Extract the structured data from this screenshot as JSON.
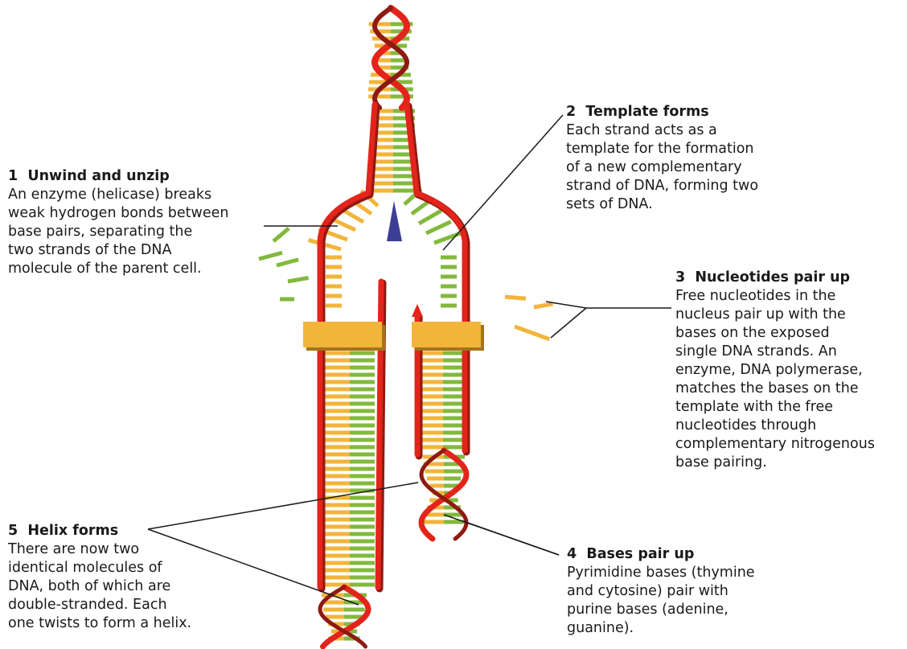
{
  "colors": {
    "backbone": "#e3241b",
    "backbone_shadow": "#8e1a12",
    "base_green": "#82b93c",
    "base_orange": "#f2b53a",
    "helicase": "#3d3f96",
    "polymerase": "#f2b53a",
    "polymerase_shadow": "#a3741c",
    "leader": "#1a1a1a"
  },
  "icons": [
    "helicase-triangle",
    "polymerase-block",
    "arrowhead"
  ],
  "labels": [
    {
      "number": "1",
      "title": "Unwind and unzip",
      "text": "An enzyme (helicase) breaks\nweak hydrogen bonds between\nbase pairs, separating the\ntwo strands of the DNA\nmolecule of the parent cell."
    },
    {
      "number": "2",
      "title": "Template forms",
      "text": "Each strand acts as a\ntemplate for the formation\nof a new complementary\nstrand of DNA, forming two\nsets of DNA."
    },
    {
      "number": "3",
      "title": "Nucleotides pair up",
      "text": "Free nucleotides in the\nnucleus pair up with the\nbases on the exposed\nsingle DNA strands. An\nenzyme, DNA polymerase,\nmatches the bases on the\ntemplate with the free\nnucleotides through\ncomplementary nitrogenous\nbase pairing."
    },
    {
      "number": "4",
      "title": "Bases pair up",
      "text": "Pyrimidine bases (thymine\nand cytosine) pair with\npurine bases (adenine,\nguanine)."
    },
    {
      "number": "5",
      "title": "Helix forms",
      "text": "There are now two\nidentical molecules of\nDNA, both of which are\ndouble-stranded. Each\none twists to form a helix."
    }
  ]
}
